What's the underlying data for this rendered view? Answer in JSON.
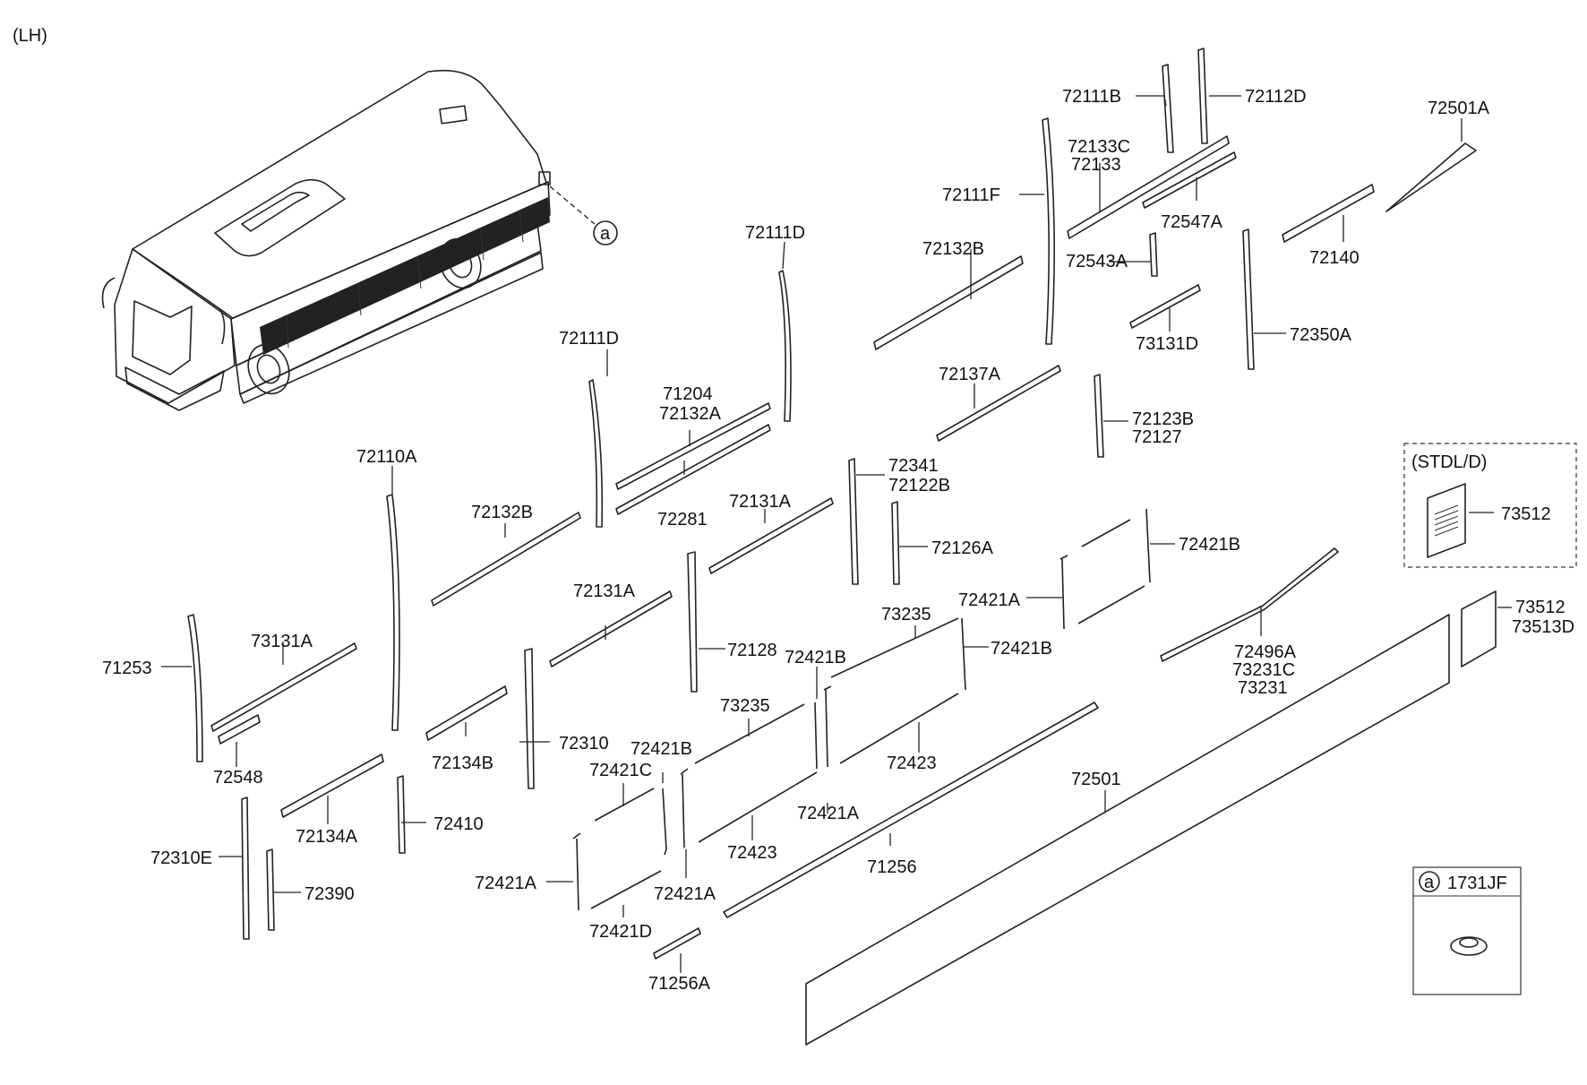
{
  "variant_label": "(LH)",
  "callout_letter": "a",
  "inset_option": {
    "title": "(STDL/D)",
    "part": "73512"
  },
  "fastener_box": {
    "letter": "a",
    "part": "1731JF"
  },
  "labels": {
    "p72111B": "72111B",
    "p72112D": "72112D",
    "p72501A": "72501A",
    "p72133C": "72133C",
    "p72133": "72133",
    "p72111F": "72111F",
    "p72547A": "72547A",
    "p72132B_top": "72132B",
    "p72543A": "72543A",
    "p72140": "72140",
    "p72111D_a": "72111D",
    "p73131D": "73131D",
    "p72350A": "72350A",
    "p72111D_b": "72111D",
    "p71204": "71204",
    "p72132A": "72132A",
    "p72137A": "72137A",
    "p72123B": "72123B",
    "p72127": "72127",
    "p72110A": "72110A",
    "p72341": "72341",
    "p72122B": "72122B",
    "p72132B_mid": "72132B",
    "p72131A_a": "72131A",
    "p72281": "72281",
    "p72126A": "72126A",
    "p72421B_a": "72421B",
    "p72421A_a": "72421A",
    "p73512_b": "73512",
    "p73513D": "73513D",
    "p73235_a": "73235",
    "p72131A_b": "72131A",
    "p72421B_b": "72421B",
    "p72128": "72128",
    "p72421B_c": "72421B",
    "p72496A": "72496A",
    "p73231C": "73231C",
    "p73231": "73231",
    "p73131A": "73131A",
    "p71253": "71253",
    "p73235_b": "73235",
    "p72310": "72310",
    "p72421B_d": "72421B",
    "p72423_a": "72423",
    "p72134B": "72134B",
    "p72421C": "72421C",
    "p72548": "72548",
    "p72501": "72501",
    "p72421A_b": "72421A",
    "p72410": "72410",
    "p72134A": "72134A",
    "p72423_b": "72423",
    "p72310E": "72310E",
    "p71256": "71256",
    "p72390": "72390",
    "p72421A_c": "72421A",
    "p72421A_d": "72421A",
    "p72421D": "72421D",
    "p71256A": "71256A"
  }
}
